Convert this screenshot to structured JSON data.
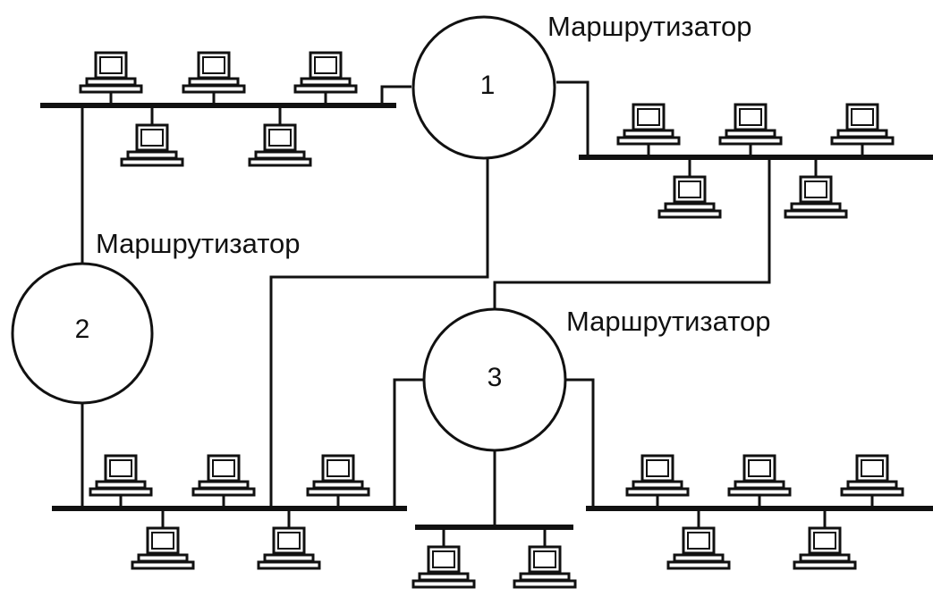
{
  "routers": [
    {
      "id": "1",
      "number": "1",
      "label": "Маршрутизатор"
    },
    {
      "id": "2",
      "number": "2",
      "label": "Маршрутизатор"
    },
    {
      "id": "3",
      "number": "3",
      "label": "Маршрутизатор"
    }
  ],
  "segments": [
    {
      "id": "top-left",
      "computers_above": 3,
      "computers_below": 2
    },
    {
      "id": "top-right",
      "computers_above": 3,
      "computers_below": 2
    },
    {
      "id": "bottom-left",
      "computers_above": 3,
      "computers_below": 2
    },
    {
      "id": "bottom-middle",
      "computers_above": 0,
      "computers_below": 2
    },
    {
      "id": "bottom-right",
      "computers_above": 3,
      "computers_below": 2
    }
  ],
  "colors": {
    "line": "#111111",
    "background": "#ffffff"
  },
  "icons": {
    "node": "computer-icon"
  }
}
